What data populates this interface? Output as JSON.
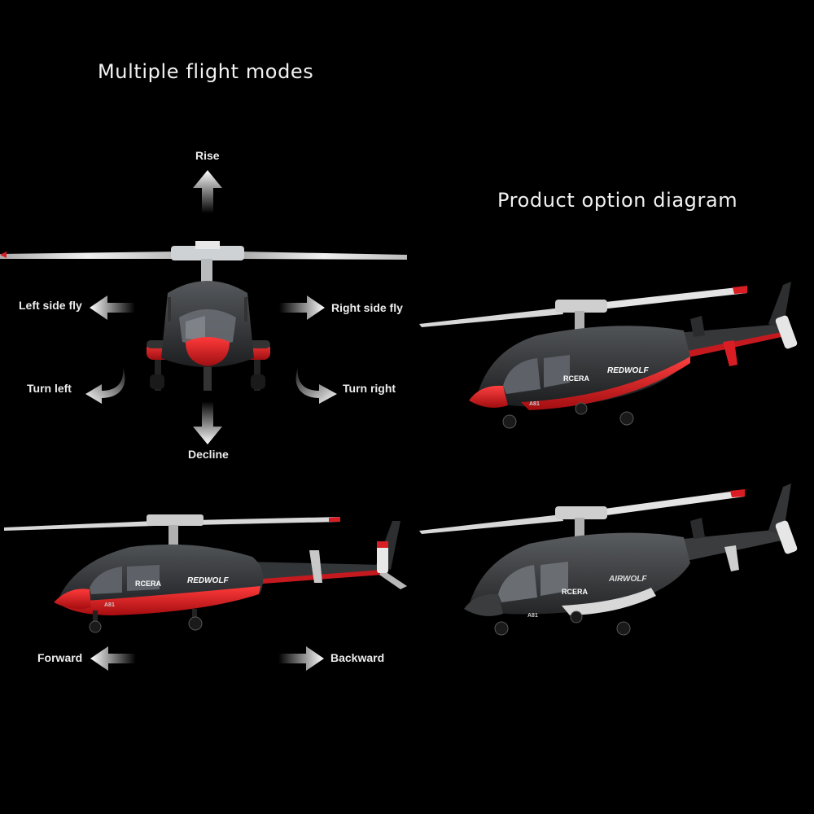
{
  "titles": {
    "flight_modes": "Multiple flight modes",
    "product_options": "Product option diagram"
  },
  "directions": {
    "rise": "Rise",
    "decline": "Decline",
    "left_side_fly": "Left side fly",
    "right_side_fly": "Right side fly",
    "turn_left": "Turn left",
    "turn_right": "Turn right",
    "forward": "Forward",
    "backward": "Backward"
  },
  "decals": {
    "brand": "RCERA",
    "red_model": "REDWOLF",
    "dark_model": "AIRWOLF",
    "model_code": "A81"
  },
  "colors": {
    "background": "#000000",
    "body_dark": "#2a2c2f",
    "accent_red": "#d81e24",
    "rotor": "#dcdcdc"
  }
}
